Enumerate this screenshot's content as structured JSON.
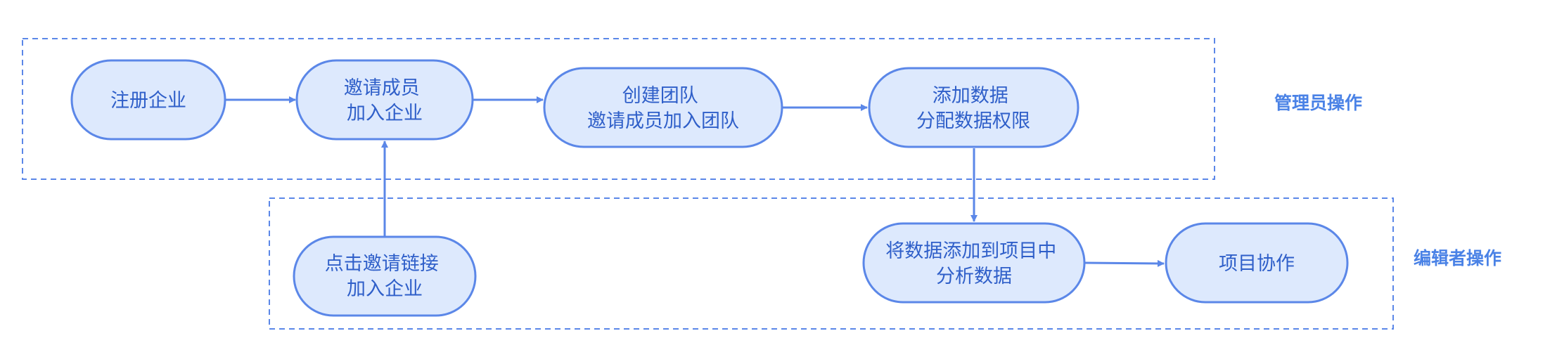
{
  "colors": {
    "stroke": "#5B87E8",
    "node_fill": "#DDE9FD",
    "text": "#2F5FC9",
    "label": "#4A82E6"
  },
  "regions": {
    "admin": {
      "label": "管理员操作"
    },
    "editor": {
      "label": "编辑者操作"
    }
  },
  "nodes": {
    "register": {
      "lines": [
        "注册企业"
      ]
    },
    "invite_members": {
      "lines": [
        "邀请成员",
        "加入企业"
      ]
    },
    "create_team": {
      "lines": [
        "创建团队",
        "邀请成员加入团队"
      ]
    },
    "add_data": {
      "lines": [
        "添加数据",
        "分配数据权限"
      ]
    },
    "click_invite": {
      "lines": [
        "点击邀请链接",
        "加入企业"
      ]
    },
    "add_to_project": {
      "lines": [
        "将数据添加到项目中",
        "分析数据"
      ]
    },
    "collaborate": {
      "lines": [
        "项目协作"
      ]
    }
  }
}
